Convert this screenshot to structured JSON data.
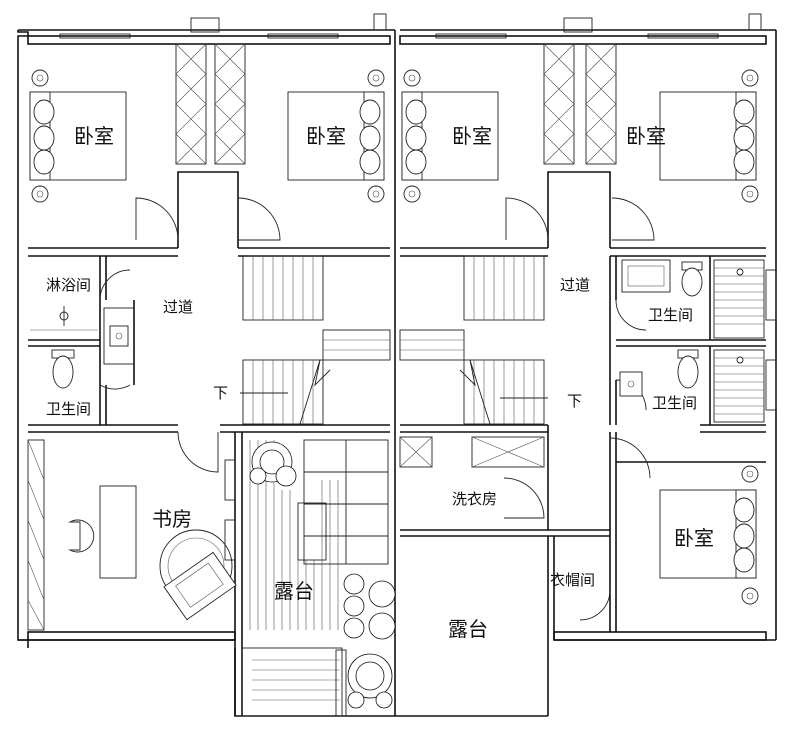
{
  "rooms": {
    "bedroom_1": "卧室",
    "bedroom_2": "卧室",
    "bedroom_3": "卧室",
    "bedroom_4": "卧室",
    "bedroom_5": "卧室",
    "shower_room": "淋浴间",
    "bathroom_1": "卫生间",
    "bathroom_2": "卫生间",
    "bathroom_3": "卫生间",
    "corridor_left": "过道",
    "corridor_right": "过道",
    "down_left": "下",
    "down_right": "下",
    "study": "书房",
    "terrace_left": "露台",
    "terrace_right": "露台",
    "laundry": "洗衣房",
    "cloakroom": "衣帽间"
  }
}
